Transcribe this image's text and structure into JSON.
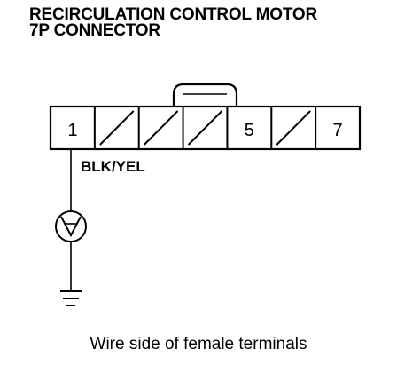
{
  "title": {
    "line1": "RECIRCULATION CONTROL MOTOR",
    "line2": "7P CONNECTOR"
  },
  "connector": {
    "terminals": [
      {
        "label": "1",
        "used": true
      },
      {
        "label": "",
        "used": false
      },
      {
        "label": "",
        "used": false
      },
      {
        "label": "",
        "used": false
      },
      {
        "label": "5",
        "used": true
      },
      {
        "label": "",
        "used": false
      },
      {
        "label": "7",
        "used": true
      }
    ]
  },
  "wire": {
    "color_label": "BLK/YEL"
  },
  "meter": {
    "type": "voltmeter",
    "symbol": "V"
  },
  "caption": "Wire side of female terminals"
}
